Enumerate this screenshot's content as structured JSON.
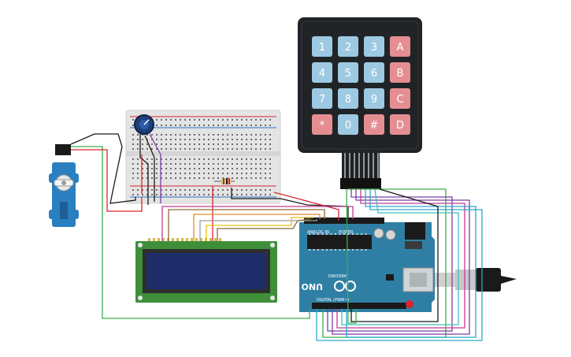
{
  "keypad": {
    "rows": [
      [
        "1",
        "2",
        "3",
        "A"
      ],
      [
        "4",
        "5",
        "6",
        "B"
      ],
      [
        "7",
        "8",
        "9",
        "C"
      ],
      [
        "*",
        "0",
        "#",
        "D"
      ]
    ],
    "digit_key_color": "#9ec9e2",
    "letter_key_color": "#e58e92",
    "body_color": "#202427"
  },
  "arduino": {
    "brand": "ARDUINO",
    "model": "UNO",
    "digital_label": "DIGITAL (PWM~)",
    "power_label": "POWER",
    "analog_label": "ANALOG IN",
    "board_color": "#2f7fa5"
  },
  "lcd": {
    "screen_color": "#1f2e6b",
    "board_color": "#3f8f3a"
  },
  "colors": {
    "wire_red": "#d9232f",
    "wire_black": "#1a1a1a",
    "wire_green": "#3ab04a",
    "wire_yellow": "#e8c01a",
    "wire_orange": "#e08a28",
    "wire_brown": "#8a6a3a",
    "wire_purple": "#7b3fa5",
    "wire_magenta": "#c23a8f",
    "wire_cyan": "#2aa9c9",
    "wire_teal": "#3fbfbf",
    "wire_gray": "#9a9a9a",
    "servo_color": "#2a7fc0",
    "breadboard_color": "#e4e4e4"
  }
}
